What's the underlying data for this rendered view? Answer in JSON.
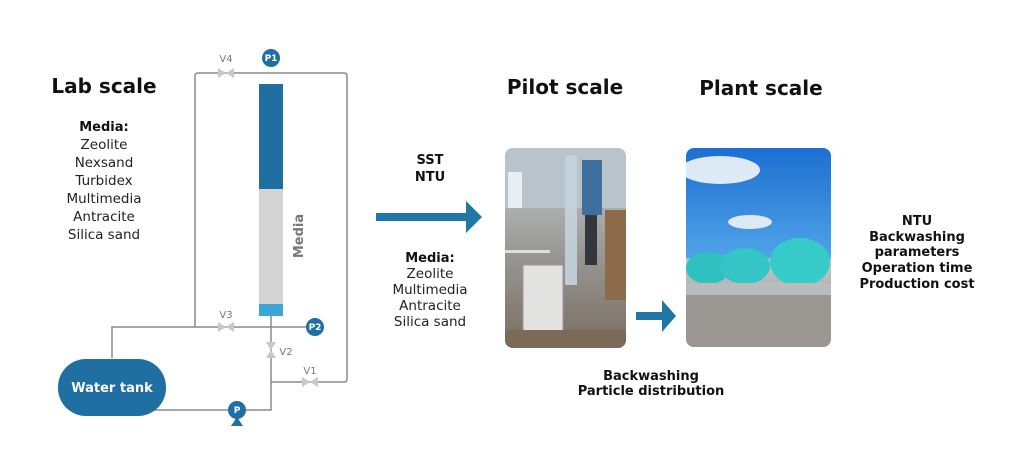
{
  "colors": {
    "primary": "#1f6fa3",
    "light": "#3aa6dc",
    "media_gray": "#d4d4d4",
    "pipe": "#8a8a8a"
  },
  "lab": {
    "title": "Lab scale",
    "media_heading": "Media:",
    "media": [
      "Zeolite",
      "Nexsand",
      "Turbidex",
      "Multimedia",
      "Antracite",
      "Silica sand"
    ],
    "column_label": "Media",
    "tank_label": "Water tank",
    "valves": [
      "V1",
      "V2",
      "V3",
      "V4"
    ],
    "pressure": [
      "P1",
      "P2"
    ],
    "pump": "P"
  },
  "transfer": {
    "params": [
      "SST",
      "NTU"
    ],
    "media_heading": "Media:",
    "media": [
      "Zeolite",
      "Multimedia",
      "Antracite",
      "Silica sand"
    ]
  },
  "pilot": {
    "title": "Pilot scale",
    "outputs": [
      "Backwashing",
      "Particle distribution"
    ]
  },
  "plant": {
    "title": "Plant scale",
    "outputs": [
      "NTU",
      "Backwashing",
      "parameters",
      "Operation time",
      "Production cost"
    ]
  }
}
